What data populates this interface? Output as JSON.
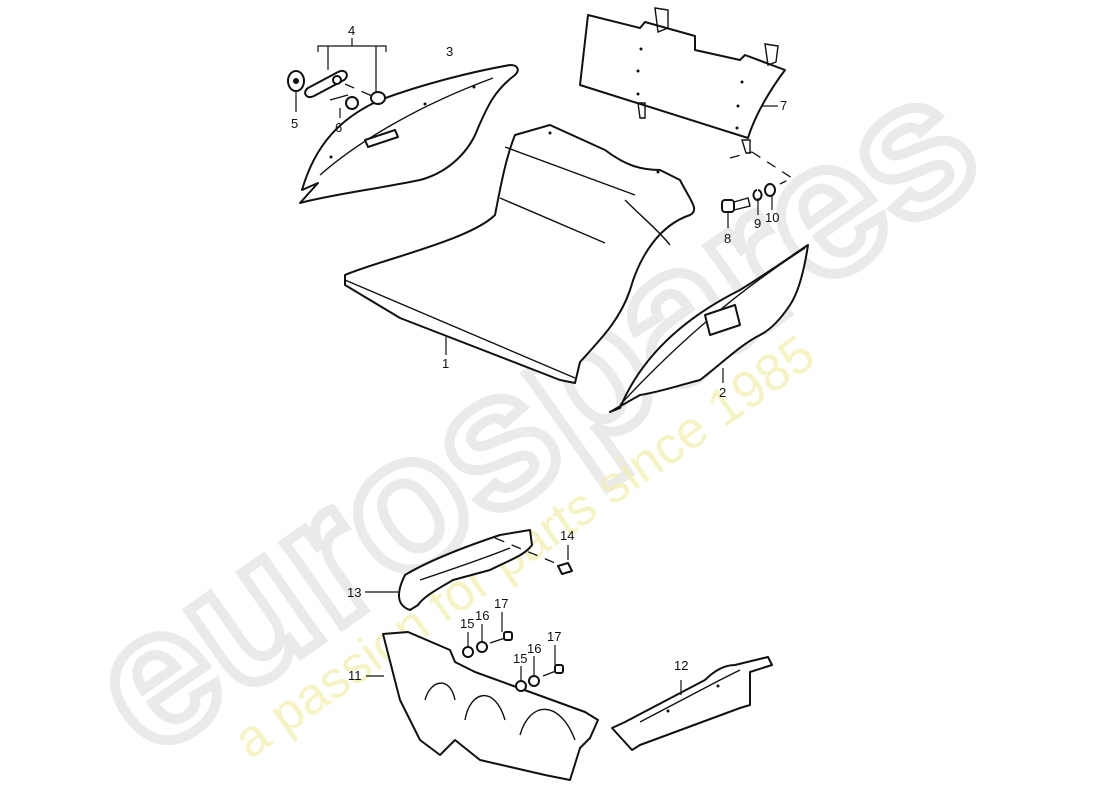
{
  "diagram": {
    "type": "exploded-parts-diagram",
    "subject": "luggage compartment / trunk lining trim panels",
    "watermark": {
      "brand": "eurospares",
      "tagline": "a passion for parts since 1985",
      "brand_color": "#e6e6e6",
      "tagline_color": "#f3f0b0"
    },
    "callouts": [
      {
        "id": "1",
        "label": "1",
        "part": "floor lining (main trunk carpet)"
      },
      {
        "id": "2",
        "label": "2",
        "part": "side trim panel right"
      },
      {
        "id": "3",
        "label": "3",
        "part": "side trim panel left"
      },
      {
        "id": "4",
        "label": "4",
        "part": "fastener kit (bracket + clip)"
      },
      {
        "id": "5",
        "label": "5",
        "part": "serrated washer"
      },
      {
        "id": "6",
        "label": "6",
        "part": "screw"
      },
      {
        "id": "7",
        "label": "7",
        "part": "front bulkhead trim panel"
      },
      {
        "id": "8",
        "label": "8",
        "part": "bolt"
      },
      {
        "id": "9",
        "label": "9",
        "part": "spring washer"
      },
      {
        "id": "10",
        "label": "10",
        "part": "washer"
      },
      {
        "id": "11",
        "label": "11",
        "part": "rear trim panel / cover"
      },
      {
        "id": "12",
        "label": "12",
        "part": "trim strip"
      },
      {
        "id": "13",
        "label": "13",
        "part": "cover / duct"
      },
      {
        "id": "14",
        "label": "14",
        "part": "screw"
      },
      {
        "id": "15a",
        "label": "15",
        "part": "washer"
      },
      {
        "id": "16a",
        "label": "16",
        "part": "nut"
      },
      {
        "id": "17a",
        "label": "17",
        "part": "screw"
      },
      {
        "id": "15b",
        "label": "15",
        "part": "washer"
      },
      {
        "id": "16b",
        "label": "16",
        "part": "nut"
      },
      {
        "id": "17b",
        "label": "17",
        "part": "screw"
      }
    ]
  }
}
